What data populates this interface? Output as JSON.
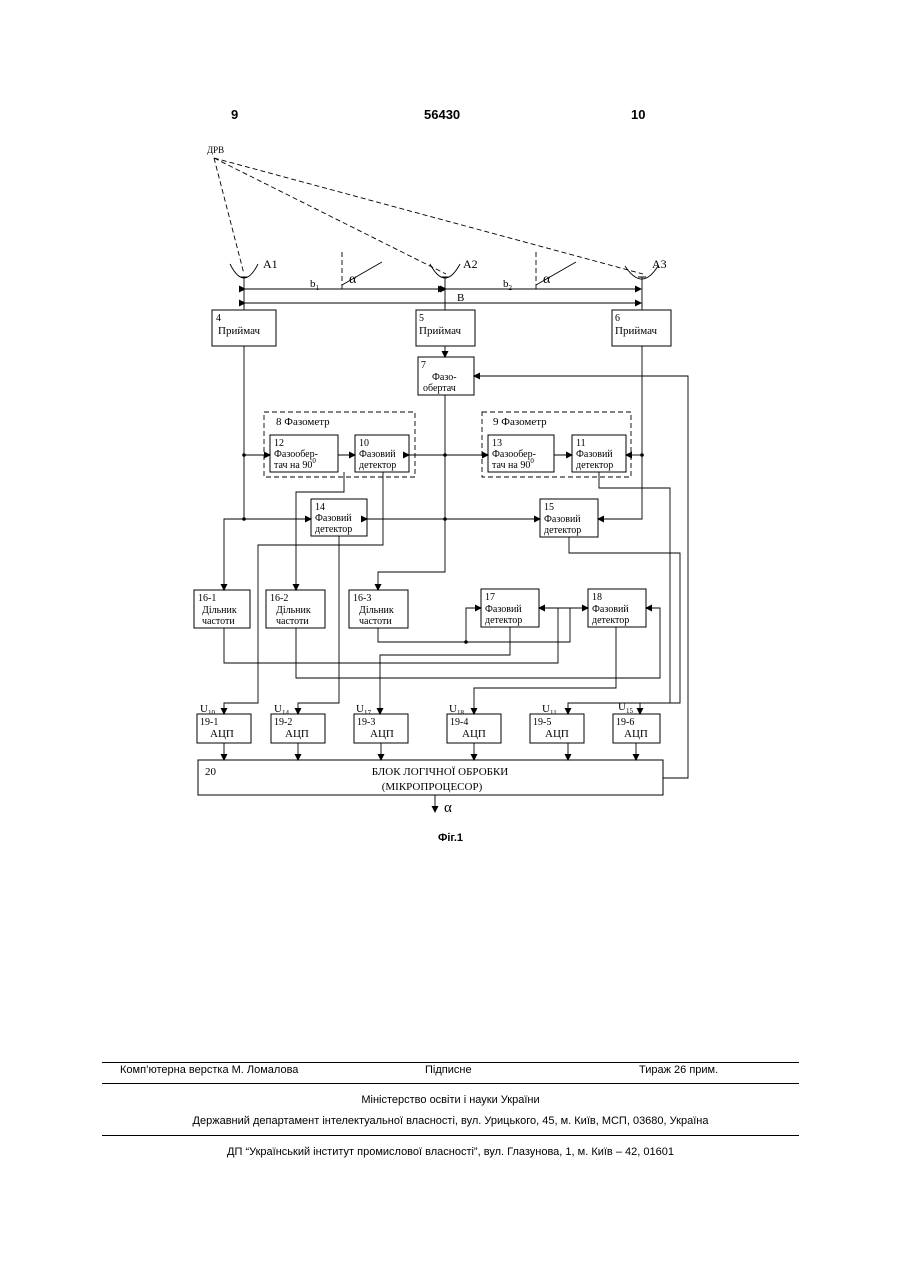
{
  "header": {
    "page_left": "9",
    "patent_number": "56430",
    "page_right": "10"
  },
  "diagram": {
    "source_label": "ДРВ",
    "antennas": [
      "A1",
      "A2",
      "A3"
    ],
    "baselines": {
      "b1_main": "b",
      "b1_sub": "1",
      "b2_main": "b",
      "b2_sub": "2",
      "B": "B",
      "alpha": "α"
    },
    "receivers": [
      {
        "num": "4",
        "label": "Приймач"
      },
      {
        "num": "5",
        "label": "Приймач"
      },
      {
        "num": "6",
        "label": "Приймач"
      }
    ],
    "phase_shifter_7": {
      "num": "7",
      "line1": "Фазо-",
      "line2": "обертач"
    },
    "phasemeters": [
      {
        "title": "8  Фазометр"
      },
      {
        "title": "9  Фазометр"
      }
    ],
    "rotators": [
      {
        "num": "12",
        "line1": "Фазообер-",
        "line2": "тач  на 90",
        "sup": "0"
      },
      {
        "num": "13",
        "line1": "Фазообер-",
        "line2": "тач  на 90",
        "sup": "0"
      }
    ],
    "detectors": [
      {
        "num": "10",
        "line1": "Фазовий",
        "line2": "детектор"
      },
      {
        "num": "11",
        "line1": "Фазовий",
        "line2": "детектор"
      },
      {
        "num": "14",
        "line1": "Фазовий",
        "line2": "детектор"
      },
      {
        "num": "15",
        "line1": "Фазовий",
        "line2": "детектор"
      },
      {
        "num": "17",
        "line1": "Фазовий",
        "line2": "детектор"
      },
      {
        "num": "18",
        "line1": "Фазовий",
        "line2": "детектор"
      }
    ],
    "dividers": [
      {
        "num": "16-1",
        "line1": "Дільник",
        "line2": "частоти"
      },
      {
        "num": "16-2",
        "line1": "Дільник",
        "line2": "частоти"
      },
      {
        "num": "16-3",
        "line1": "Дільник",
        "line2": "частоти"
      }
    ],
    "voltages": [
      {
        "main": "U",
        "sub": "10"
      },
      {
        "main": "U",
        "sub": "14"
      },
      {
        "main": "U",
        "sub": "17"
      },
      {
        "main": "U",
        "sub": "18"
      },
      {
        "main": "U",
        "sub": "11"
      },
      {
        "main": "U",
        "sub": "15"
      }
    ],
    "adcs": [
      {
        "num": "19-1",
        "label": "АЦП"
      },
      {
        "num": "19-2",
        "label": "АЦП"
      },
      {
        "num": "19-3",
        "label": "АЦП"
      },
      {
        "num": "19-4",
        "label": "АЦП"
      },
      {
        "num": "19-5",
        "label": "АЦП"
      },
      {
        "num": "19-6",
        "label": "АЦП"
      }
    ],
    "logic_block": {
      "num": "20",
      "line1": "БЛОК ЛОГІЧНОЇ ОБРОБКИ",
      "line2": "(МІКРОПРОЦЕСОР)"
    },
    "output_label": "α"
  },
  "figure_caption": "Фіг.1",
  "footer": {
    "layout": "Комп’ютерна верстка М. Ломалова",
    "signed": "Підписне",
    "circulation": "Тираж 26 прим.",
    "ministry": "Міністерство освіти і науки України",
    "department": "Державний департамент інтелектуальної власності, вул. Урицького, 45, м. Київ, МСП, 03680, Україна",
    "institute": "ДП “Український інститут промислової власності”, вул. Глазунова, 1, м. Київ – 42, 01601"
  }
}
